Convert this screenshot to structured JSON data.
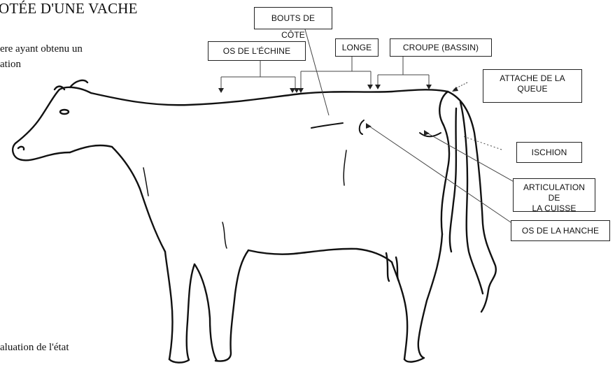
{
  "title": "OTÉE D'UNE VACHE",
  "intro_lines": [
    "ere ayant obtenu un",
    "ation"
  ],
  "footer_text": "aluation de l'état",
  "labels": {
    "bouts_de_cote": "BOUTS DE CÔTE",
    "os_de_lechine": "OS DE L'ÉCHINE",
    "longe": "LONGE",
    "croupe": "CROUPE (BASSIN)",
    "attache_queue": [
      "ATTACHE DE LA",
      "QUEUE"
    ],
    "ischion": "ISCHION",
    "articulation_cuisse": [
      "ARTICULATION DE",
      "LA CUISSE"
    ],
    "os_hanche": "OS DE LA HANCHE"
  }
}
